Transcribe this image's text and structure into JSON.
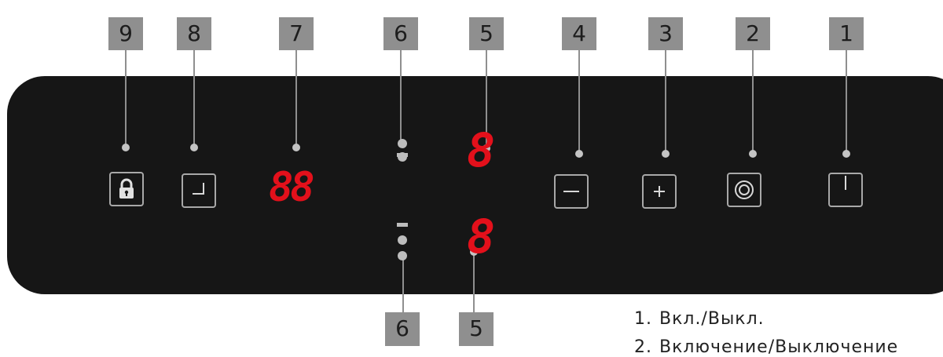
{
  "callouts_top": [
    "9",
    "8",
    "7",
    "6",
    "5",
    "4",
    "3",
    "2",
    "1"
  ],
  "callouts_bottom": [
    "6",
    "5"
  ],
  "panel": {
    "controls": [
      {
        "id": "lock",
        "icon": "padlock-icon"
      },
      {
        "id": "timer",
        "icon": "timer-corner-icon"
      },
      {
        "id": "minus",
        "icon": "minus-icon"
      },
      {
        "id": "plus",
        "icon": "plus-icon"
      },
      {
        "id": "zone",
        "icon": "cooking-zone-icon"
      },
      {
        "id": "power",
        "icon": "power-icon"
      }
    ],
    "displays": {
      "timer_display": "88",
      "zone_top_display": "8",
      "zone_bottom_display": "8"
    },
    "display_color": "#e3101b"
  },
  "legend": [
    {
      "num": "1.",
      "text": "Вкл./Выкл."
    },
    {
      "num": "2.",
      "text": "Включение/Выключение"
    }
  ]
}
